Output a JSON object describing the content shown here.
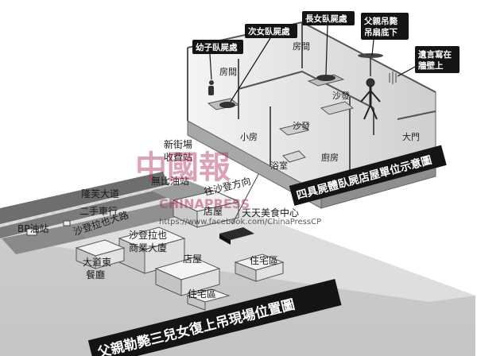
{
  "callouts": {
    "youngest_son": "幼子臥屍處",
    "second_daughter": "次女臥屍處",
    "eldest_daughter": "長女臥屍處",
    "father_1": "父親吊斃",
    "father_2": "吊扇底下",
    "note_1": "遺言寫在",
    "note_2": "牆壁上"
  },
  "rooms": {
    "bedroom_left": "房間",
    "bedroom_right": "房間",
    "sofa_living": "沙發",
    "sofa_lower": "沙發",
    "small_room": "小房",
    "bathroom": "浴室",
    "kitchen": "廚房",
    "main_door": "大門"
  },
  "map": {
    "sunway_toll_1": "新街場",
    "sunway_toll_2": "收費站",
    "petronas": "無比油站",
    "to_sunway": "往沙登方向",
    "jalan_lurong": "隆芙大道",
    "used_car": "二手車行",
    "bp_station": "BP油站",
    "jalan_sunway": "沙登拉也大路",
    "complex_1": "沙登拉也",
    "complex_2": "商業大廈",
    "food_centre": "天天美食中心",
    "shop_upper": "店屋",
    "shop_lower": "店屋",
    "restaurant_1": "大道東",
    "restaurant_2": "餐廳",
    "residential_1": "住宅區",
    "residential_2": "住宅區"
  },
  "banners": {
    "unit_title": "四具屍體臥屍店屋單位示意圖",
    "main_title": "父親勒斃三兒女復上吊現場位置圖"
  },
  "watermark": {
    "brand_cn": "中國報",
    "brand_en": "CHINAPRESS",
    "url": "https://www.facebook.com/ChinaPressCP"
  },
  "colors": {
    "banner_bg": "#141414",
    "banner_text": "#ffffff",
    "watermark": "#b03060",
    "road": "#6e6e6e"
  }
}
